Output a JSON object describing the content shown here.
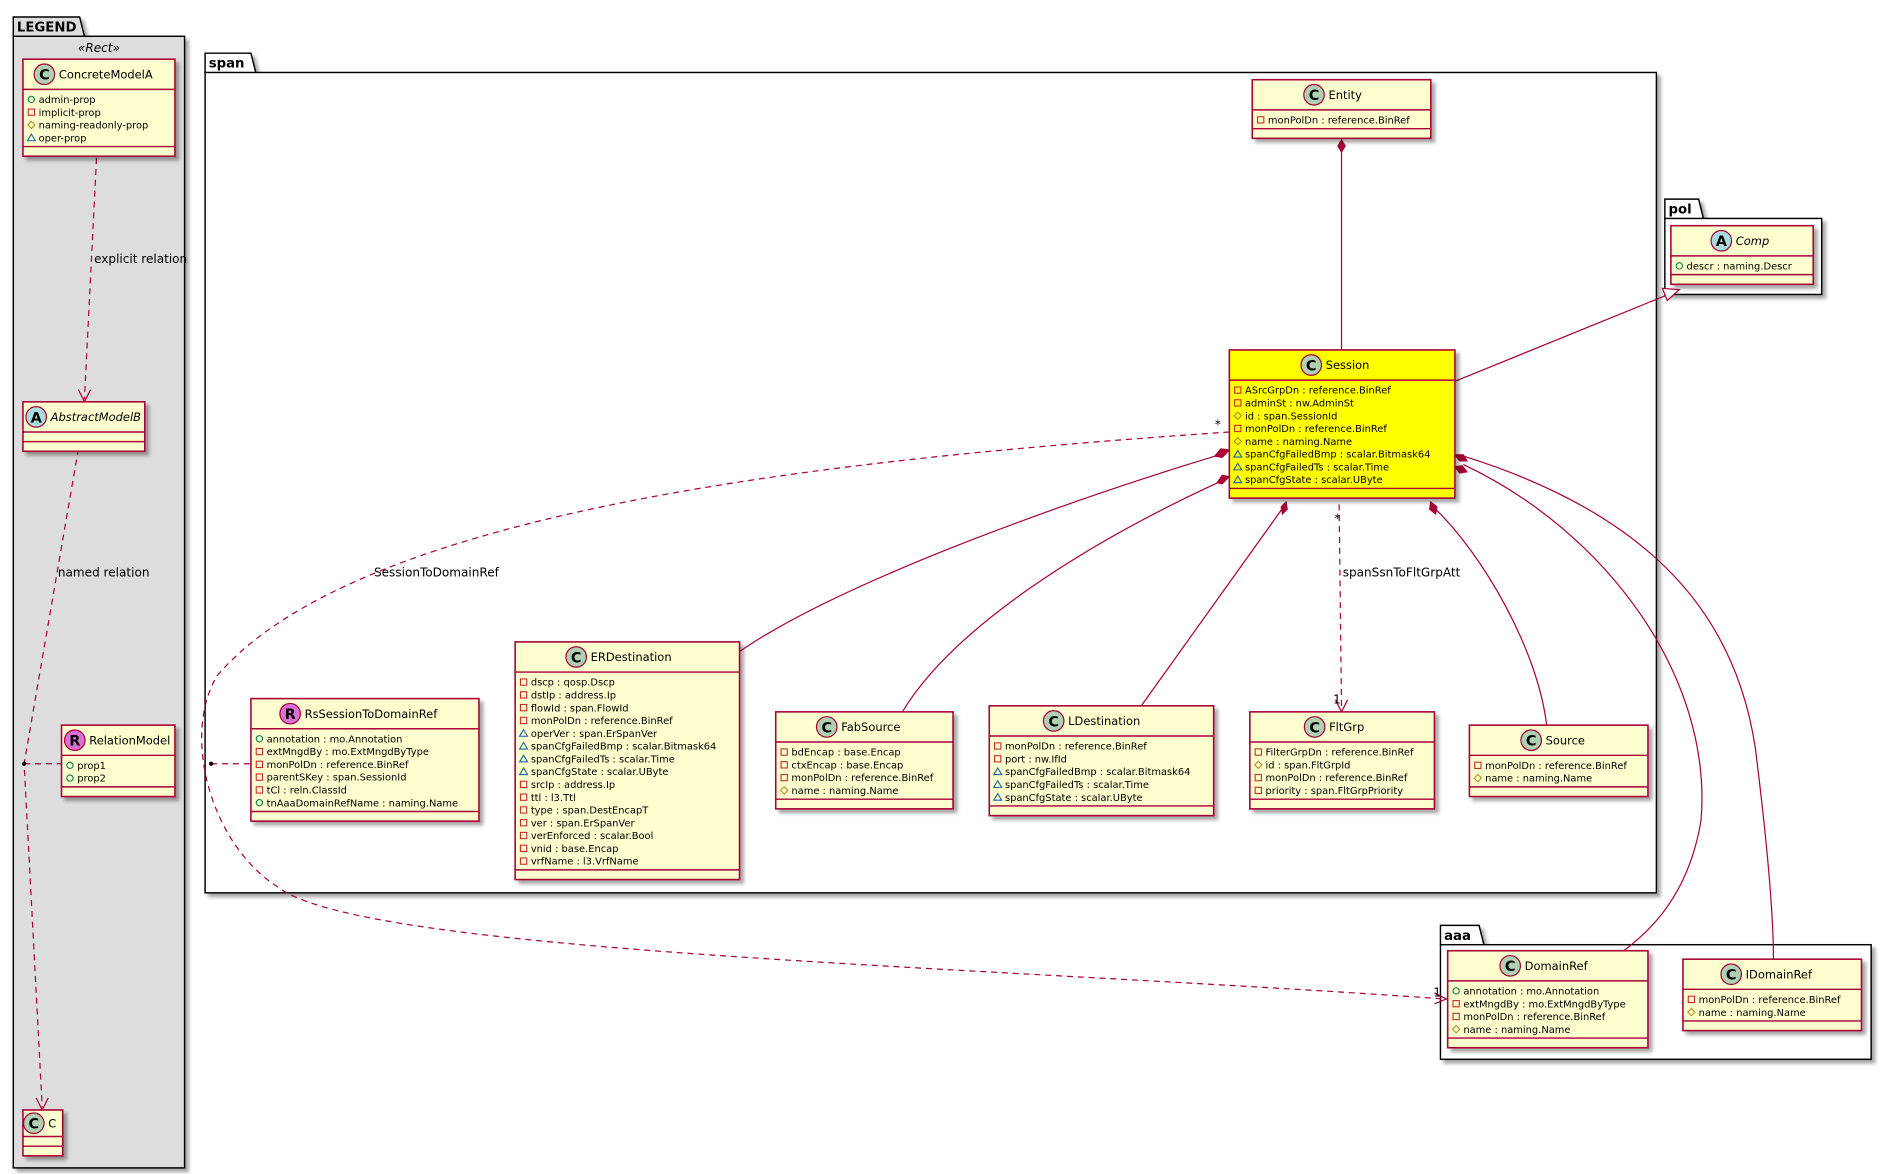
{
  "colors": {
    "border": "#A80036",
    "fill": "#FEFECE",
    "highlight": "#FFFF00",
    "legend_bg": "#DDDDDD",
    "class_circle": "#ADD1B2",
    "abstract_circle": "#A9DCDF",
    "relation_circle": "#DA70D6",
    "vis_public": "#038048",
    "vis_private": "#C82930",
    "vis_protected": "#B38D22",
    "vis_package": "#1963A0"
  },
  "packages": [
    {
      "id": "legend",
      "name": "LEGEND",
      "stereotype": "«Rect»"
    },
    {
      "id": "span",
      "name": "span"
    },
    {
      "id": "pol",
      "name": "pol"
    },
    {
      "id": "aaa",
      "name": "aaa"
    }
  ],
  "classes": [
    {
      "id": "ConcreteModelA",
      "name": "ConcreteModelA",
      "kind": "C",
      "attrs": [
        {
          "vis": "public",
          "text": "admin-prop"
        },
        {
          "vis": "private",
          "text": "implicit-prop"
        },
        {
          "vis": "protected",
          "text": "naming-readonly-prop"
        },
        {
          "vis": "package",
          "text": "oper-prop"
        }
      ]
    },
    {
      "id": "AbstractModelB",
      "name": "AbstractModelB",
      "kind": "A",
      "italic": true,
      "attrs": []
    },
    {
      "id": "RelationModel",
      "name": "RelationModel",
      "kind": "R",
      "attrs": [
        {
          "vis": "public",
          "text": "prop1"
        },
        {
          "vis": "public",
          "text": "prop2"
        }
      ]
    },
    {
      "id": "C",
      "name": "C",
      "kind": "C",
      "attrs": []
    },
    {
      "id": "Entity",
      "name": "Entity",
      "kind": "C",
      "attrs": [
        {
          "vis": "private",
          "text": "monPolDn : reference.BinRef"
        }
      ]
    },
    {
      "id": "Session",
      "name": "Session",
      "kind": "C",
      "highlight": true,
      "attrs": [
        {
          "vis": "private",
          "text": "ASrcGrpDn : reference.BinRef"
        },
        {
          "vis": "private",
          "text": "adminSt : nw.AdminSt"
        },
        {
          "vis": "protected",
          "text": "id : span.SessionId"
        },
        {
          "vis": "private",
          "text": "monPolDn : reference.BinRef"
        },
        {
          "vis": "protected",
          "text": "name : naming.Name"
        },
        {
          "vis": "package",
          "text": "spanCfgFailedBmp : scalar.Bitmask64"
        },
        {
          "vis": "package",
          "text": "spanCfgFailedTs : scalar.Time"
        },
        {
          "vis": "package",
          "text": "spanCfgState : scalar.UByte"
        }
      ]
    },
    {
      "id": "Comp",
      "name": "Comp",
      "kind": "A",
      "italic": true,
      "attrs": [
        {
          "vis": "public",
          "text": "descr : naming.Descr"
        }
      ]
    },
    {
      "id": "RsSessionToDomainRef",
      "name": "RsSessionToDomainRef",
      "kind": "R",
      "attrs": [
        {
          "vis": "public",
          "text": "annotation : mo.Annotation"
        },
        {
          "vis": "private",
          "text": "extMngdBy : mo.ExtMngdByType"
        },
        {
          "vis": "private",
          "text": "monPolDn : reference.BinRef"
        },
        {
          "vis": "private",
          "text": "parentSKey : span.SessionId"
        },
        {
          "vis": "private",
          "text": "tCl : reln.ClassId"
        },
        {
          "vis": "public",
          "text": "tnAaaDomainRefName : naming.Name"
        }
      ]
    },
    {
      "id": "ERDestination",
      "name": "ERDestination",
      "kind": "C",
      "attrs": [
        {
          "vis": "private",
          "text": "dscp : qosp.Dscp"
        },
        {
          "vis": "private",
          "text": "dstIp : address.Ip"
        },
        {
          "vis": "private",
          "text": "flowId : span.FlowId"
        },
        {
          "vis": "private",
          "text": "monPolDn : reference.BinRef"
        },
        {
          "vis": "package",
          "text": "operVer : span.ErSpanVer"
        },
        {
          "vis": "package",
          "text": "spanCfgFailedBmp : scalar.Bitmask64"
        },
        {
          "vis": "package",
          "text": "spanCfgFailedTs : scalar.Time"
        },
        {
          "vis": "package",
          "text": "spanCfgState : scalar.UByte"
        },
        {
          "vis": "private",
          "text": "srcIp : address.Ip"
        },
        {
          "vis": "private",
          "text": "ttl : l3.Ttl"
        },
        {
          "vis": "private",
          "text": "type : span.DestEncapT"
        },
        {
          "vis": "private",
          "text": "ver : span.ErSpanVer"
        },
        {
          "vis": "private",
          "text": "verEnforced : scalar.Bool"
        },
        {
          "vis": "private",
          "text": "vnid : base.Encap"
        },
        {
          "vis": "private",
          "text": "vrfName : l3.VrfName"
        }
      ]
    },
    {
      "id": "FabSource",
      "name": "FabSource",
      "kind": "C",
      "attrs": [
        {
          "vis": "private",
          "text": "bdEncap : base.Encap"
        },
        {
          "vis": "private",
          "text": "ctxEncap : base.Encap"
        },
        {
          "vis": "private",
          "text": "monPolDn : reference.BinRef"
        },
        {
          "vis": "protected",
          "text": "name : naming.Name"
        }
      ]
    },
    {
      "id": "LDestination",
      "name": "LDestination",
      "kind": "C",
      "attrs": [
        {
          "vis": "private",
          "text": "monPolDn : reference.BinRef"
        },
        {
          "vis": "private",
          "text": "port : nw.IfId"
        },
        {
          "vis": "package",
          "text": "spanCfgFailedBmp : scalar.Bitmask64"
        },
        {
          "vis": "package",
          "text": "spanCfgFailedTs : scalar.Time"
        },
        {
          "vis": "package",
          "text": "spanCfgState : scalar.UByte"
        }
      ]
    },
    {
      "id": "FltGrp",
      "name": "FltGrp",
      "kind": "C",
      "attrs": [
        {
          "vis": "private",
          "text": "FilterGrpDn : reference.BinRef"
        },
        {
          "vis": "protected",
          "text": "id : span.FltGrpId"
        },
        {
          "vis": "private",
          "text": "monPolDn : reference.BinRef"
        },
        {
          "vis": "private",
          "text": "priority : span.FltGrpPriority"
        }
      ]
    },
    {
      "id": "Source",
      "name": "Source",
      "kind": "C",
      "attrs": [
        {
          "vis": "private",
          "text": "monPolDn : reference.BinRef"
        },
        {
          "vis": "protected",
          "text": "name : naming.Name"
        }
      ]
    },
    {
      "id": "DomainRef",
      "name": "DomainRef",
      "kind": "C",
      "attrs": [
        {
          "vis": "public",
          "text": "annotation : mo.Annotation"
        },
        {
          "vis": "private",
          "text": "extMngdBy : mo.ExtMngdByType"
        },
        {
          "vis": "private",
          "text": "monPolDn : reference.BinRef"
        },
        {
          "vis": "protected",
          "text": "name : naming.Name"
        }
      ]
    },
    {
      "id": "IDomainRef",
      "name": "IDomainRef",
      "kind": "C",
      "attrs": [
        {
          "vis": "private",
          "text": "monPolDn : reference.BinRef"
        },
        {
          "vis": "protected",
          "text": "name : naming.Name"
        }
      ]
    }
  ],
  "edge_labels": {
    "explicit": "explicit relation",
    "named": "named relation",
    "session_to_domain": "SessionToDomainRef",
    "session_to_domain_src_mult": "*",
    "session_to_domain_dst_mult": "1",
    "flt_grp_att": "spanSsnToFltGrpAtt",
    "flt_grp_src_mult": "*",
    "flt_grp_dst_mult": "1"
  }
}
